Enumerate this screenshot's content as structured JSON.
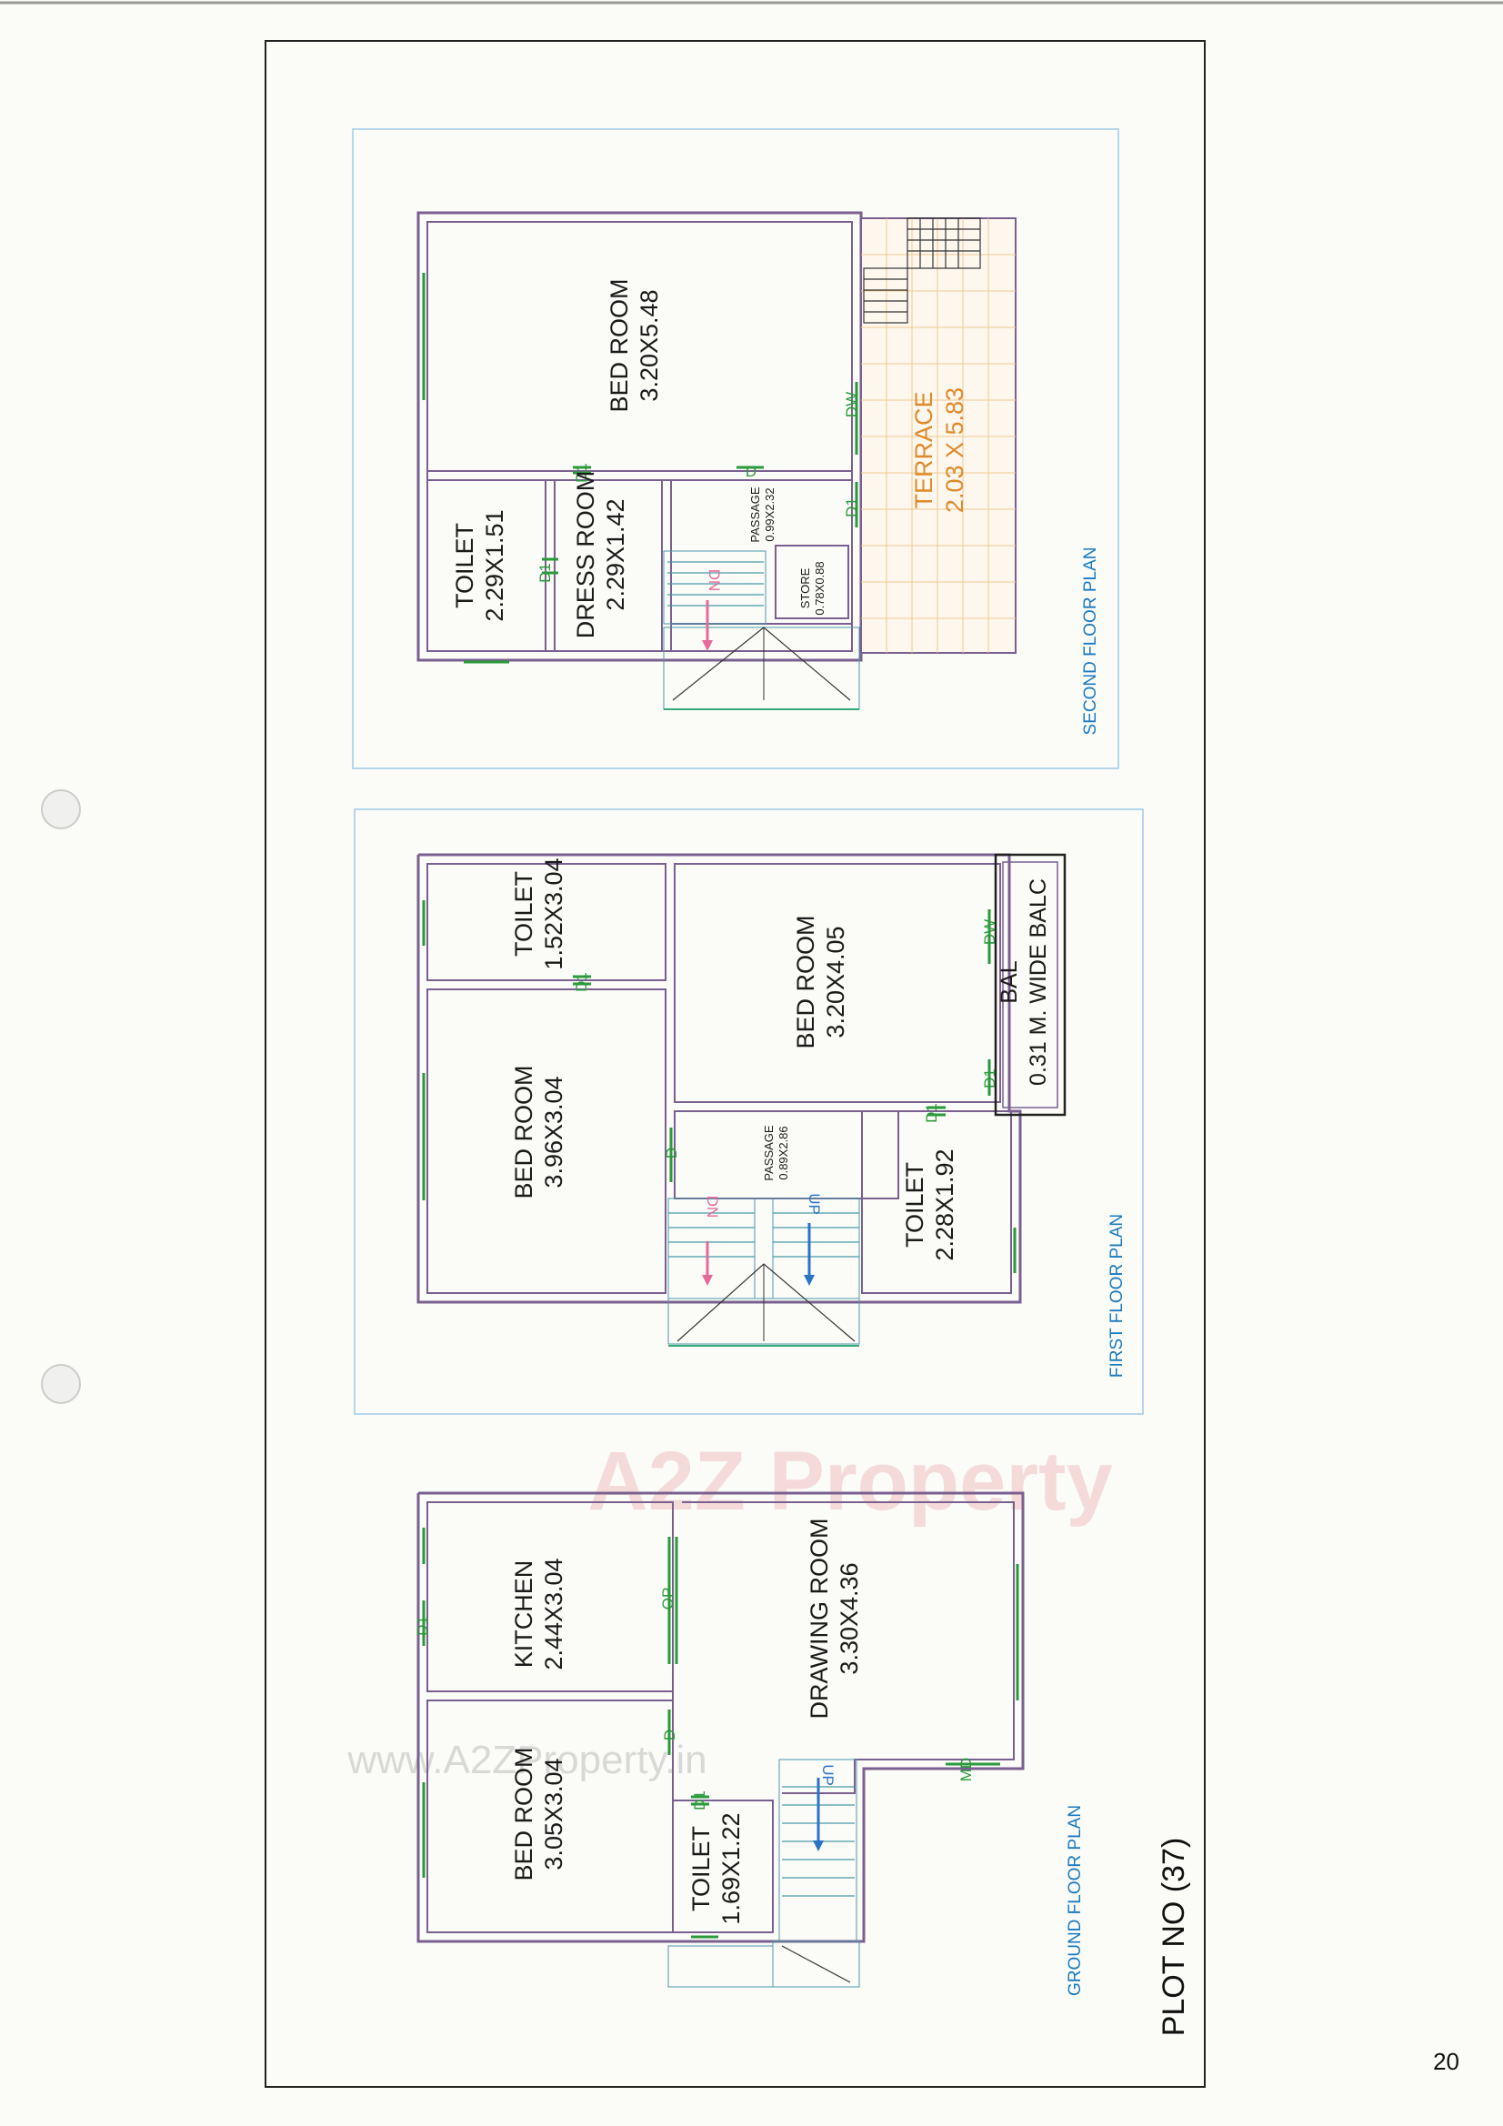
{
  "page_number": "20",
  "plot_title": "PLOT NO (37)",
  "watermark": {
    "brand": "A2Z Property",
    "url": "www.A2ZProperty.in"
  },
  "colors": {
    "wall": "#7a6090",
    "door": "#2a9a3a",
    "plan_label": "#1a7abf",
    "terrace": "#e08a2a",
    "arrow_down": "#e46a9a",
    "arrow_up": "#2a74c8",
    "stair": "#4a9aa8",
    "frame": "#222222"
  },
  "second_floor": {
    "label": "SECOND FLOOR PLAN",
    "bed_room": {
      "name": "BED ROOM",
      "size": "3.20X5.48"
    },
    "toilet": {
      "name": "TOILET",
      "size": "2.29X1.51"
    },
    "dress_room": {
      "name": "DRESS ROOM",
      "size": "2.29X1.42"
    },
    "passage": {
      "name": "PASSAGE",
      "size": "0.99X2.32"
    },
    "store": {
      "name": "STORE",
      "size": "0.78X0.88"
    },
    "terrace": {
      "name": "TERRACE",
      "size": "2.03 X 5.83"
    },
    "stair": "DN",
    "doors": [
      "DW",
      "D1",
      "D",
      "D1",
      "D1"
    ]
  },
  "first_floor": {
    "label": "FIRST FLOOR PLAN",
    "toilet_top": {
      "name": "TOILET",
      "size": "1.52X3.04"
    },
    "bed_room_left": {
      "name": "BED ROOM",
      "size": "3.96X3.04"
    },
    "bed_room_right": {
      "name": "BED ROOM",
      "size": "3.20X4.05"
    },
    "balcony": {
      "name": "BAL",
      "size": "0.31 M. WIDE BALC"
    },
    "passage": {
      "name": "PASSAGE",
      "size": "0.89X2.86"
    },
    "toilet_bottom": {
      "name": "TOILET",
      "size": "2.28X1.92"
    },
    "stair_down": "DN",
    "stair_up": "UP",
    "doors": [
      "DW",
      "D1",
      "D1",
      "D1",
      "D"
    ]
  },
  "ground_floor": {
    "label": "GROUND FLOOR PLAN",
    "kitchen": {
      "name": "KITCHEN",
      "size": "2.44X3.04"
    },
    "drawing_room": {
      "name": "DRAWING ROOM",
      "size": "3.30X4.36"
    },
    "bed_room": {
      "name": "BED ROOM",
      "size": "3.05X3.04"
    },
    "toilet": {
      "name": "TOILET",
      "size": "1.69X1.22"
    },
    "stair_up": "UP",
    "doors": [
      "D1",
      "OP",
      "D",
      "D1",
      "MD"
    ]
  }
}
